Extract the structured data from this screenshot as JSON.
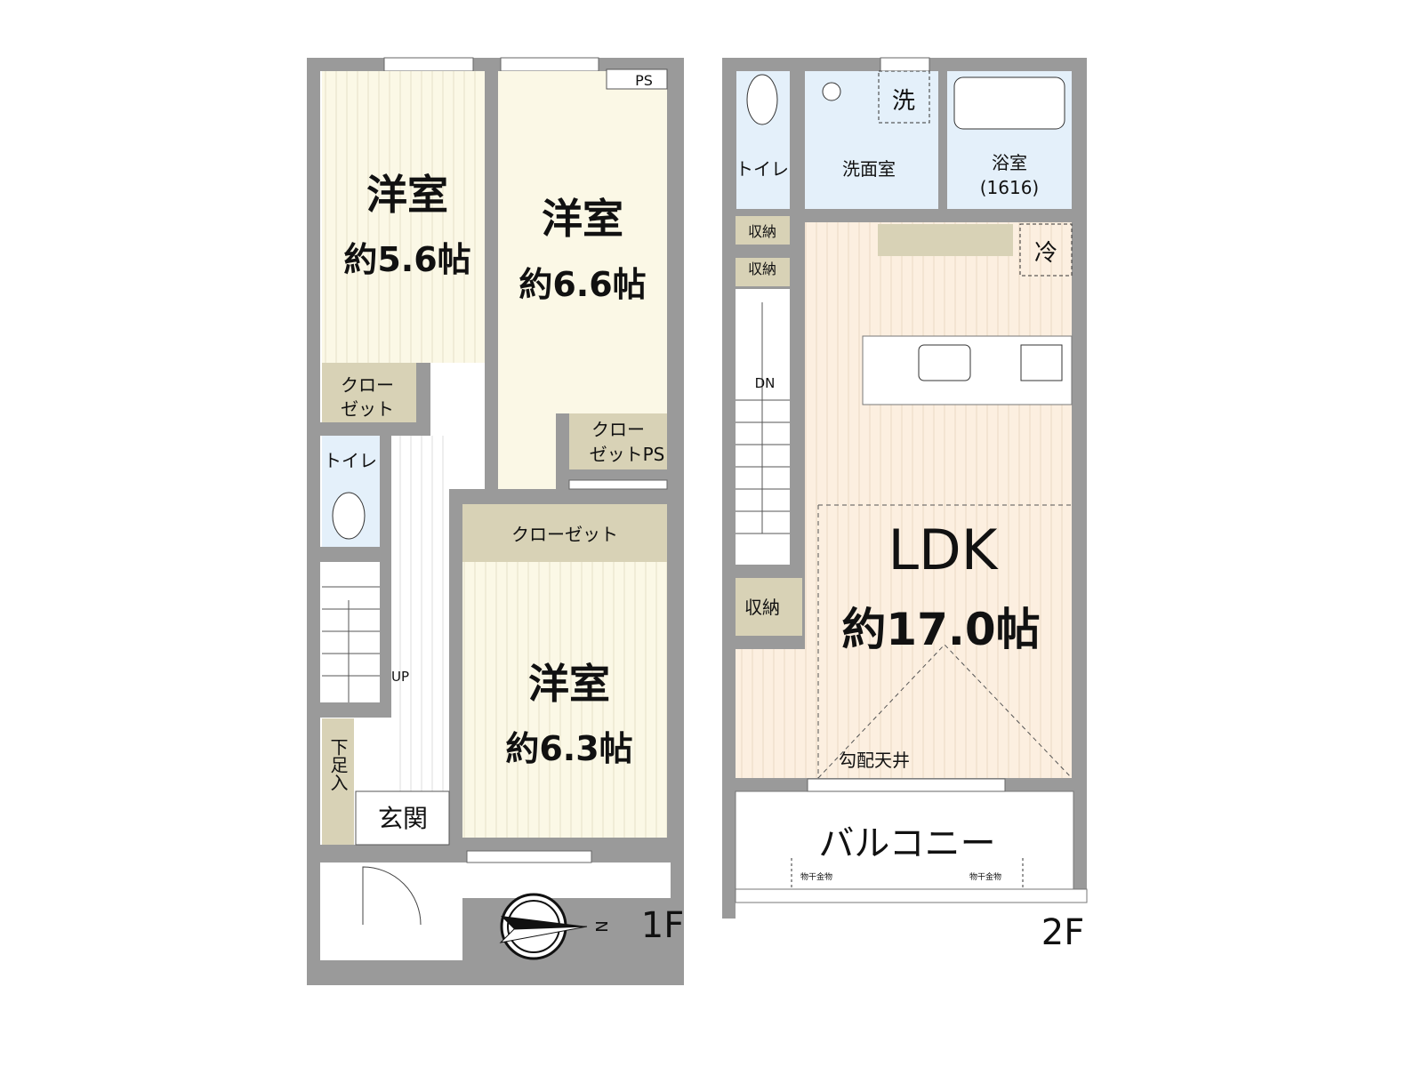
{
  "colors": {
    "wall": "#9a9a9a",
    "western": "#fbf8e6",
    "ldk": "#fcefe0",
    "closet": "#d8d2b6",
    "wet": "#e4f0fa"
  },
  "floor1": {
    "label": "1F",
    "room_a": {
      "name": "洋室",
      "area": "約5.6帖"
    },
    "room_b": {
      "name": "洋室",
      "area": "約6.6帖"
    },
    "room_c": {
      "name": "洋室",
      "area": "約6.3帖"
    },
    "ps": "PS",
    "closet_a": [
      "クロー",
      "ゼット"
    ],
    "closet_b": [
      "クロー",
      "ゼットPS"
    ],
    "closet_c": "クローゼット",
    "toilet": "トイレ",
    "stairs": "UP",
    "shoe": "下足入",
    "entrance": "玄関",
    "compass": "N"
  },
  "floor2": {
    "label": "2F",
    "toilet": "トイレ",
    "storage_1": "収納",
    "storage_2": "収納",
    "storage_3": "収納",
    "washroom": "洗面室",
    "washer": "洗",
    "bath": {
      "name": "浴室",
      "size": "(1616)"
    },
    "fridge": "冷",
    "stairs": "DN",
    "ldk": {
      "name": "LDK",
      "area": "約17.0帖",
      "ceiling": "勾配天井"
    },
    "balcony": "バルコニー",
    "hanger_1": "物干金物",
    "hanger_2": "物干金物"
  }
}
